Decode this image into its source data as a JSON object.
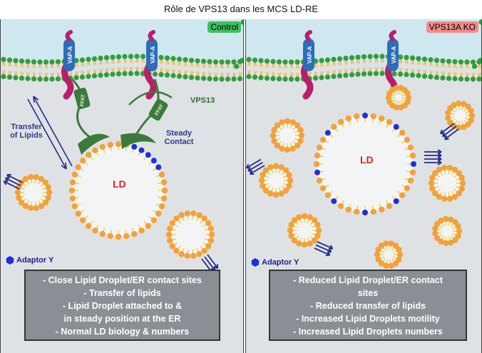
{
  "title": "Rôle de VPS13 dans les MCS LD-RE",
  "colors": {
    "background": "#dfe2e4",
    "er_head": "#2f9e3e",
    "er_tail": "#e7b63a",
    "er_lumen": "#cfe8ef",
    "ld_head": "#f2a23a",
    "ld_tail": "#e8d24a",
    "adaptor": "#1f2fd6",
    "vapa": "#2e6db8",
    "vapa_tail": "#b81f6b",
    "vps13": "#3b7a3b",
    "summary_box": "#8a8f95",
    "control_tag": "#3fbf5f",
    "ko_tag": "#f38a8a"
  },
  "left": {
    "tag": "Control",
    "vap_label": "VAP-A",
    "ffat_label": "FFAT",
    "vps13_label": "VPS13",
    "transfer_label_1": "Transfer",
    "transfer_label_2": "of Lipids",
    "steady_label_1": "Steady",
    "steady_label_2": "Contact",
    "ld_label": "LD",
    "adaptor_label": "Adaptor Y",
    "summary": [
      "- Close Lipid Droplet/ER contact sites",
      "- Transfer of lipids",
      "- Lipid Droplet attached to &",
      "in steady position at the ER",
      "- Normal LD biology & numbers"
    ]
  },
  "right": {
    "tag": "VPS13A KO",
    "vap_label": "VAP-A",
    "ld_label": "LD",
    "adaptor_label": "Adaptor Y",
    "summary": [
      "- Reduced Lipid Droplet/ER contact",
      "sites",
      "- Reduced transfer of lipids",
      "- Increased Lipid Droplets motility",
      "- Increased Lipid Droplets numbers"
    ]
  }
}
